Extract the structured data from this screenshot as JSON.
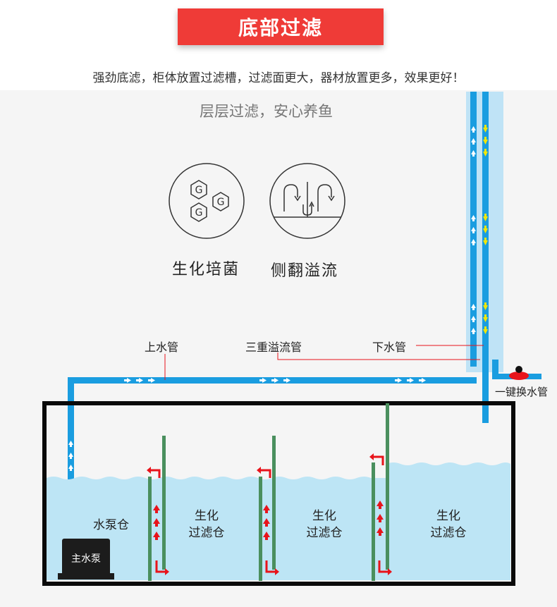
{
  "banner": {
    "title": "底部过滤"
  },
  "subtitle": "强劲底滤，柜体放置过滤槽，过滤面更大，器材放置更多，效果更好！",
  "panel_heading": "层层过滤，安心养鱼",
  "features": [
    {
      "icon": "bacteria-hexagon-icon",
      "label": "生化培菌",
      "glyph": "G"
    },
    {
      "icon": "overflow-flow-icon",
      "label": "侧翻溢流"
    }
  ],
  "pipe_labels": {
    "up_pipe": "上水管",
    "overflow_pipe": "三重溢流管",
    "down_pipe": "下水管",
    "switch_pipe": "一键换水管"
  },
  "tanks": {
    "pump_chamber": "水泵仓",
    "bio_line1": "生化",
    "bio_line2": "过滤仓",
    "pump": "主水泵"
  },
  "colors": {
    "banner": "#ef3b37",
    "pipe": "#1a9de0",
    "pipe_light": "#bfe3f6",
    "water": "#bde5f5",
    "divider": "#4a8f5e",
    "arrow_red": "#e8141b",
    "arrow_yellow": "#f5e600",
    "tank_border": "#0a0a0a"
  }
}
